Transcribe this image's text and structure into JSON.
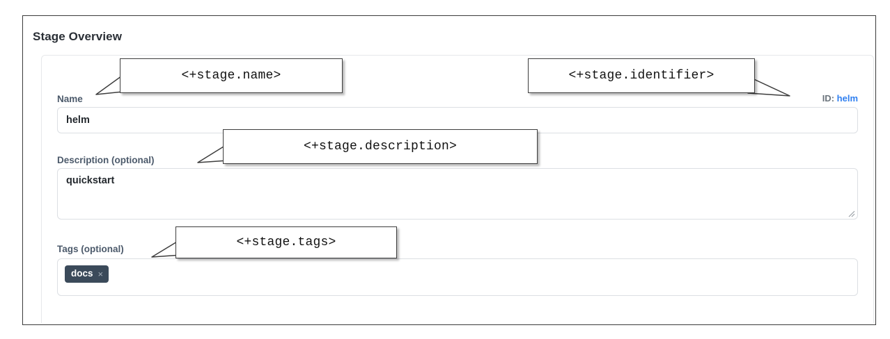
{
  "page": {
    "title": "Stage Overview"
  },
  "form": {
    "name": {
      "label": "Name",
      "value": "helm",
      "placeholder": ""
    },
    "identifier": {
      "key": "ID:",
      "value": "helm"
    },
    "description": {
      "label": "Description (optional)",
      "value": "quickstart",
      "placeholder": ""
    },
    "tags": {
      "label": "Tags (optional)",
      "chips": [
        {
          "label": "docs",
          "remove": "×"
        }
      ]
    }
  },
  "callouts": [
    {
      "id": "stage-name",
      "text": "<+stage.name>"
    },
    {
      "id": "stage-identifier",
      "text": "<+stage.identifier>"
    },
    {
      "id": "stage-description",
      "text": "<+stage.description>"
    },
    {
      "id": "stage-tags",
      "text": "<+stage.tags>"
    }
  ],
  "colors": {
    "frame_border": "#3a3a3a",
    "label": "#4c5a6b",
    "link": "#2f7ff0",
    "chip_bg": "#3b4a5a",
    "callout_border": "#3d3d3d"
  }
}
